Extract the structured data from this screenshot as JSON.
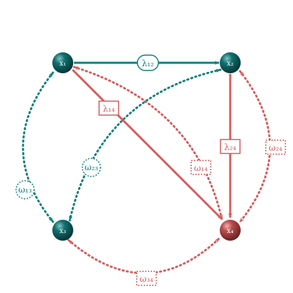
{
  "colors": {
    "teal": "#0f7f7f",
    "red": "#d65c5c",
    "teal_node": "#0a5f5f",
    "red_node": "#b44a4a"
  },
  "nodes": {
    "x1": {
      "label": "x₁"
    },
    "x2": {
      "label": "x₂"
    },
    "x3": {
      "label": "x₃"
    },
    "x4": {
      "label": "x₄"
    }
  },
  "edges": {
    "lambda12": {
      "label": "λ₁₂",
      "style": "solid",
      "color": "teal",
      "from": "x1",
      "to": "x2"
    },
    "lambda14": {
      "label": "λ₁₄",
      "style": "solid",
      "color": "red",
      "from": "x1",
      "to": "x4"
    },
    "lambda24": {
      "label": "λ₂₄",
      "style": "solid",
      "color": "red",
      "from": "x2",
      "to": "x4"
    },
    "omega13": {
      "label": "ω₁₃",
      "style": "dotted",
      "color": "teal",
      "between": [
        "x1",
        "x3"
      ]
    },
    "omega23": {
      "label": "ω₂₃",
      "style": "dotted",
      "color": "teal",
      "between": [
        "x2",
        "x3"
      ]
    },
    "omega14": {
      "label": "ω₁₄",
      "style": "dotted",
      "color": "red",
      "between": [
        "x1",
        "x4"
      ]
    },
    "omega24": {
      "label": "ω₂₄",
      "style": "dotted",
      "color": "red",
      "between": [
        "x2",
        "x4"
      ]
    },
    "omega34": {
      "label": "ω₃₄",
      "style": "dotted",
      "color": "red",
      "between": [
        "x3",
        "x4"
      ]
    }
  }
}
